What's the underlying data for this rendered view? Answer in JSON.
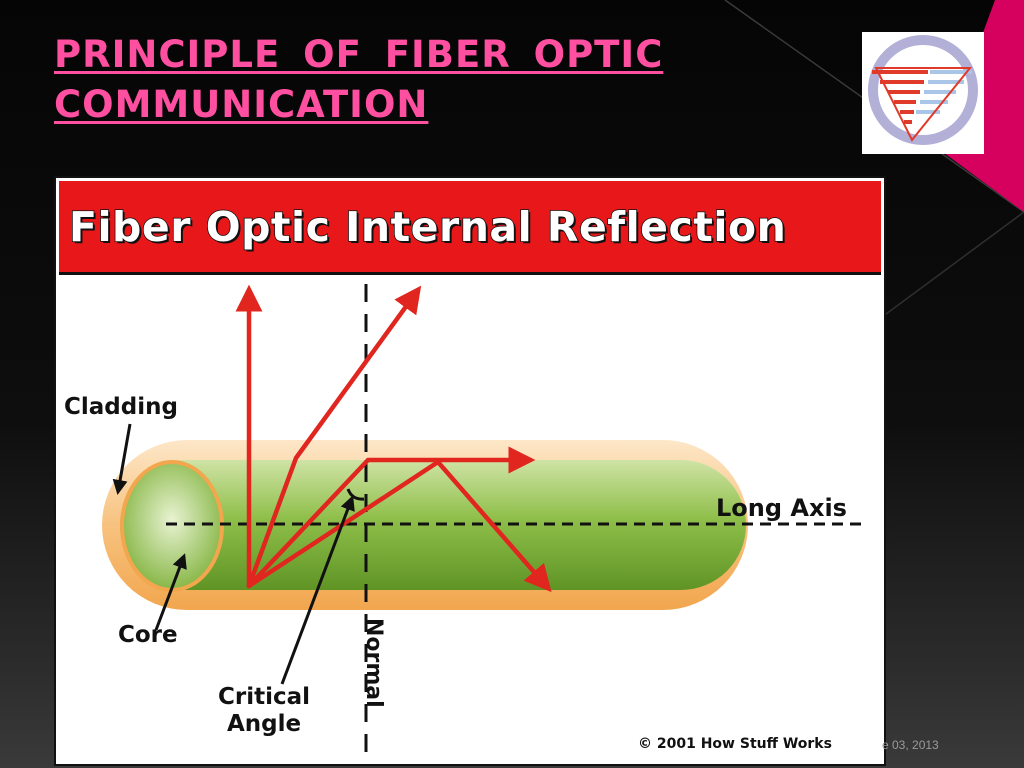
{
  "slide": {
    "title_line1": "PRINCIPLE  OF  FIBER  OPTIC",
    "title_line2": "COMMUNICATION",
    "footer_date": "e 03, 2013",
    "colors": {
      "title": "#ff4fa0",
      "accent": "#d6005f",
      "background": "#0b0b0b"
    }
  },
  "logo": {
    "icon": "inverted-triangle-logo-icon"
  },
  "figure": {
    "banner_title": "Fiber Optic Internal Reflection",
    "labels": {
      "cladding": "Cladding",
      "core": "Core",
      "long_axis": "Long Axis",
      "normal": "Normal",
      "critical_angle_line1": "Critical",
      "critical_angle_line2": "Angle"
    },
    "credit": "© 2001 How Stuff Works",
    "colors": {
      "banner": "#e8171a",
      "ray": "#e0261f",
      "core": "#7aa832",
      "cladding": "#f6b56a"
    }
  }
}
